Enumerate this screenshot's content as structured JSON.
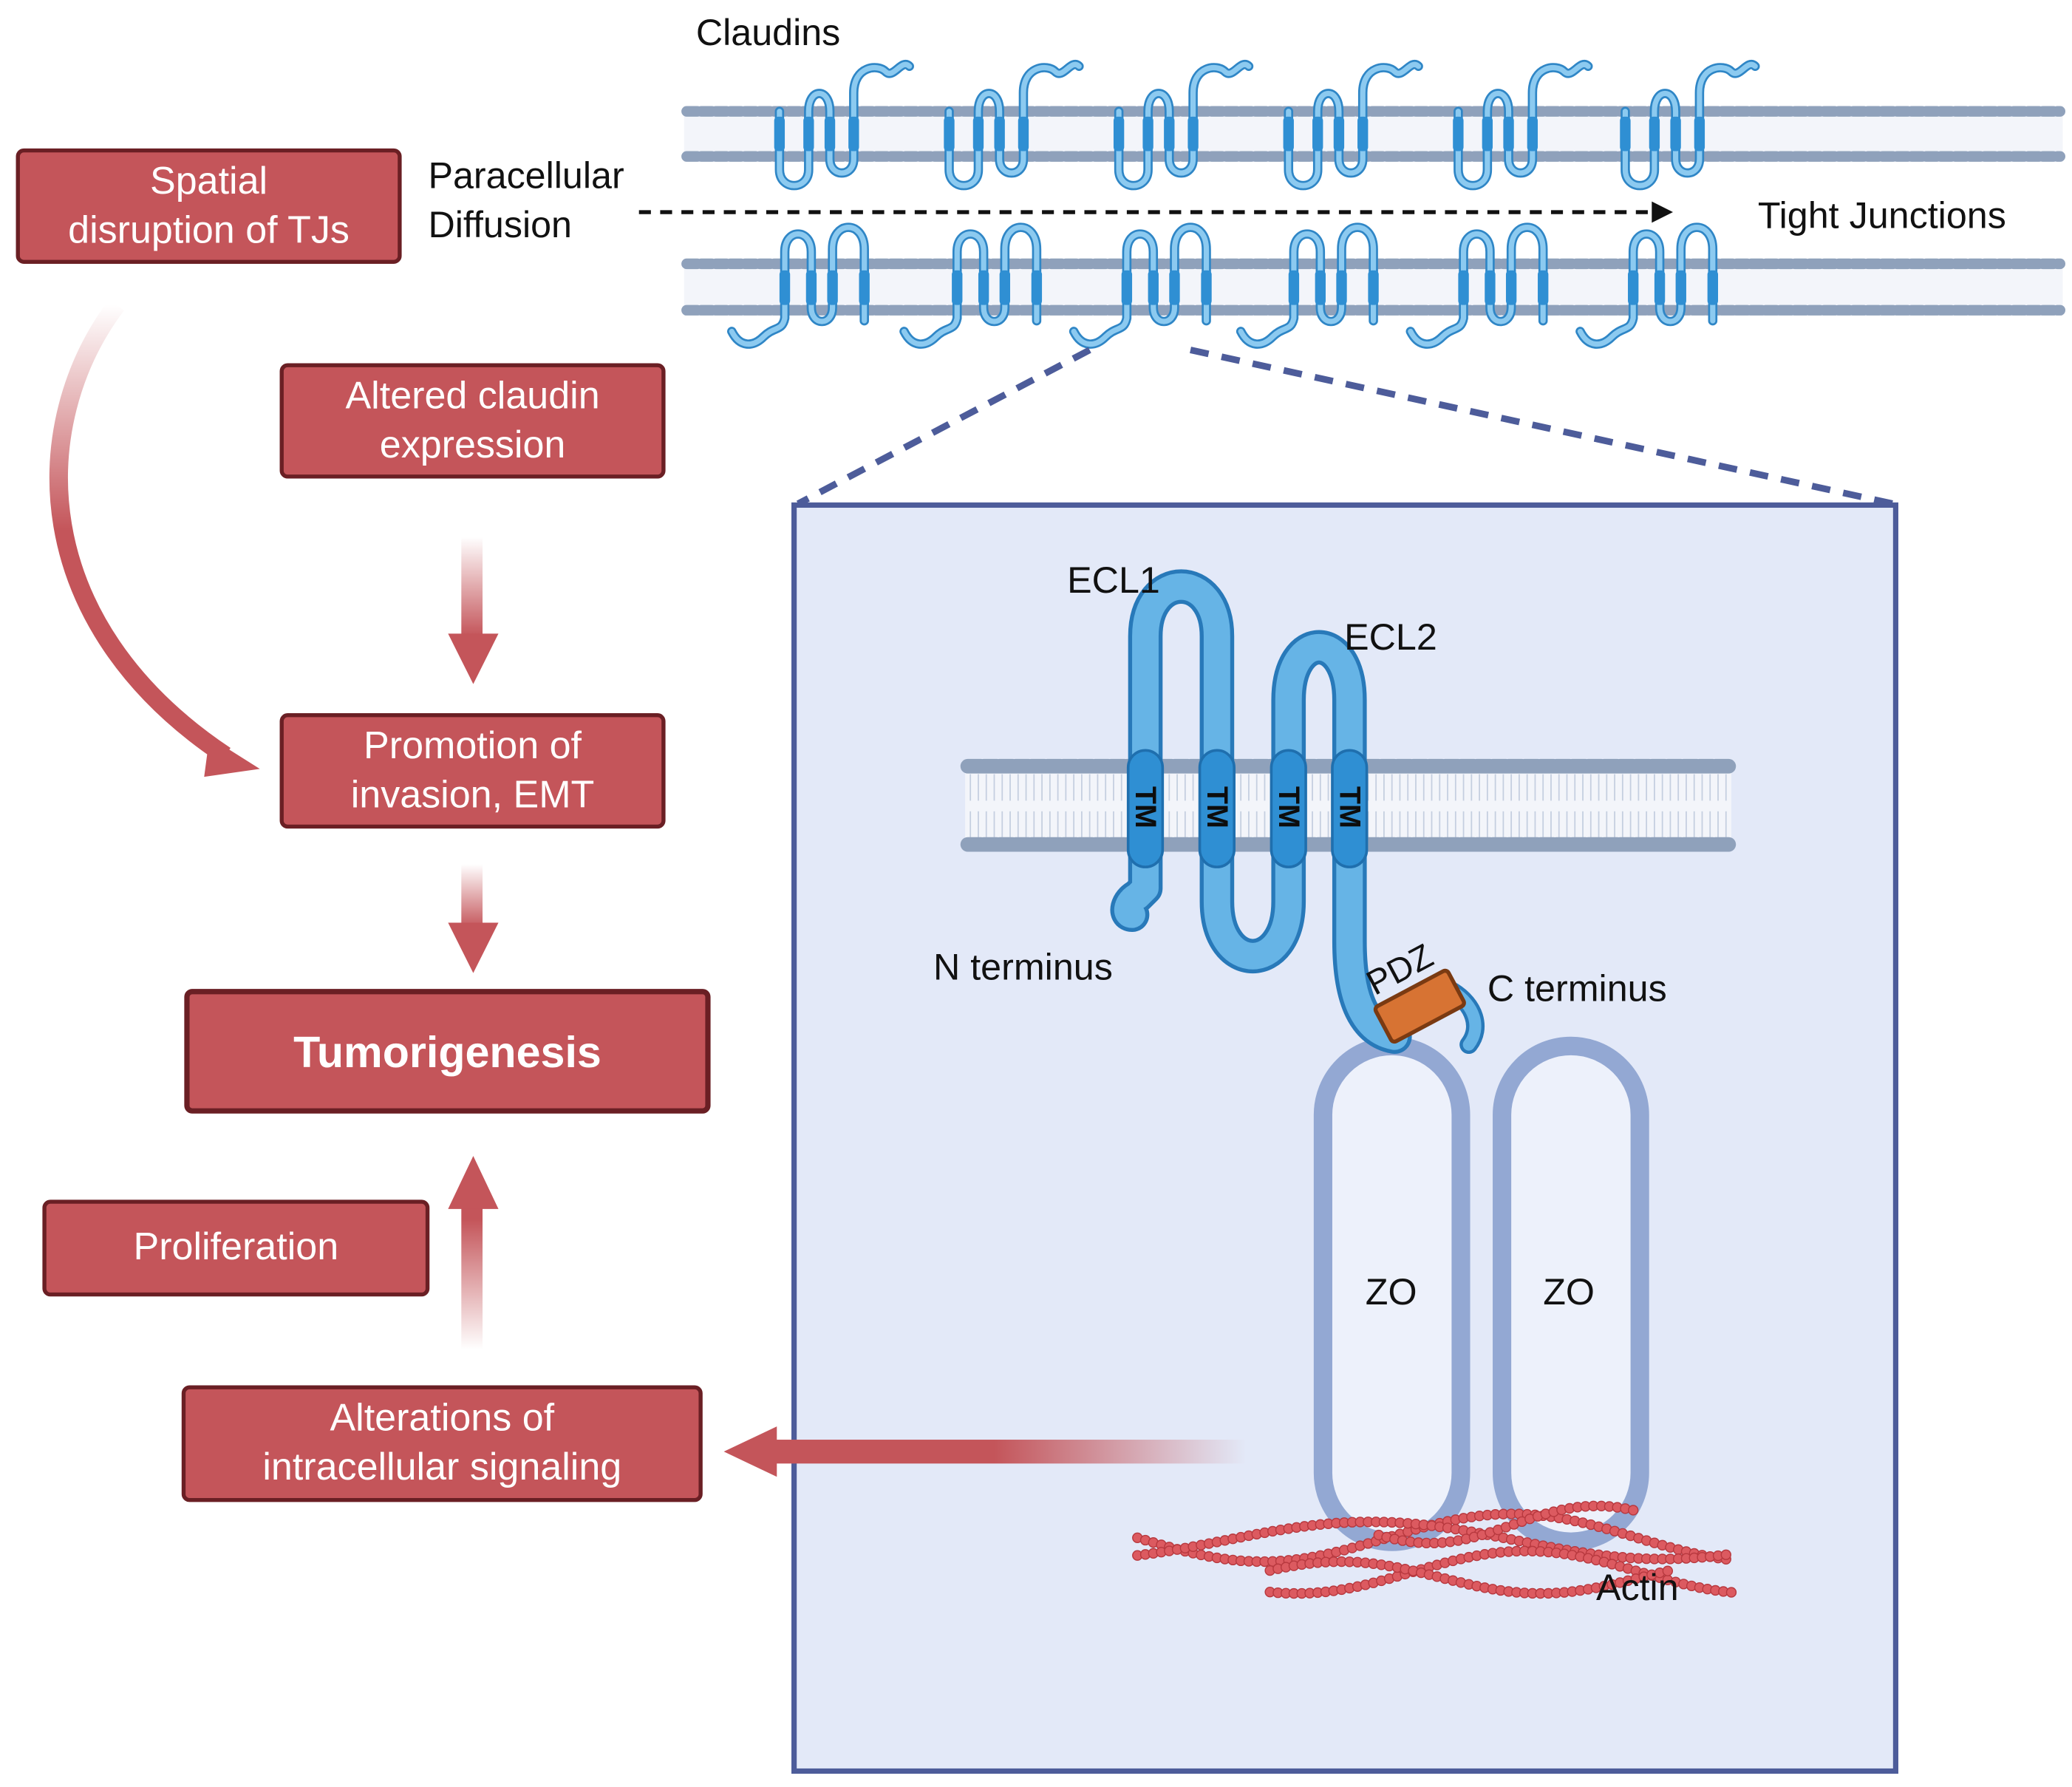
{
  "labels": {
    "claudins": "Claudins",
    "paracellular": "Paracellular",
    "diffusion": "Diffusion",
    "tight_junctions": "Tight Junctions",
    "ecl1": "ECL1",
    "ecl2": "ECL2",
    "tm": "TM",
    "n_terminus": "N terminus",
    "c_terminus": "C terminus",
    "pdz": "PDZ",
    "zo": "ZO",
    "actin": "Actin"
  },
  "boxes": {
    "spatial_line1": "Spatial",
    "spatial_line2": "disruption of TJs",
    "altered_line1": "Altered claudin",
    "altered_line2": "expression",
    "promotion_line1": "Promotion of",
    "promotion_line2": "invasion, EMT",
    "tumorigenesis": "Tumorigenesis",
    "proliferation": "Proliferation",
    "alterations_line1": "Alterations of",
    "alterations_line2": "intracellular signaling"
  },
  "colors": {
    "box_fill": "#c4555a",
    "box_border": "#6a1f24",
    "claudin": "#5aace0",
    "claudin_dark": "#2e86c8",
    "membrane": "#8a9ab4",
    "panel_fill": "#e3e9f8",
    "panel_border": "#4d5c9a",
    "zo": "#93a8d3",
    "pdz": "#d77333",
    "actin": "#dc5a60"
  }
}
